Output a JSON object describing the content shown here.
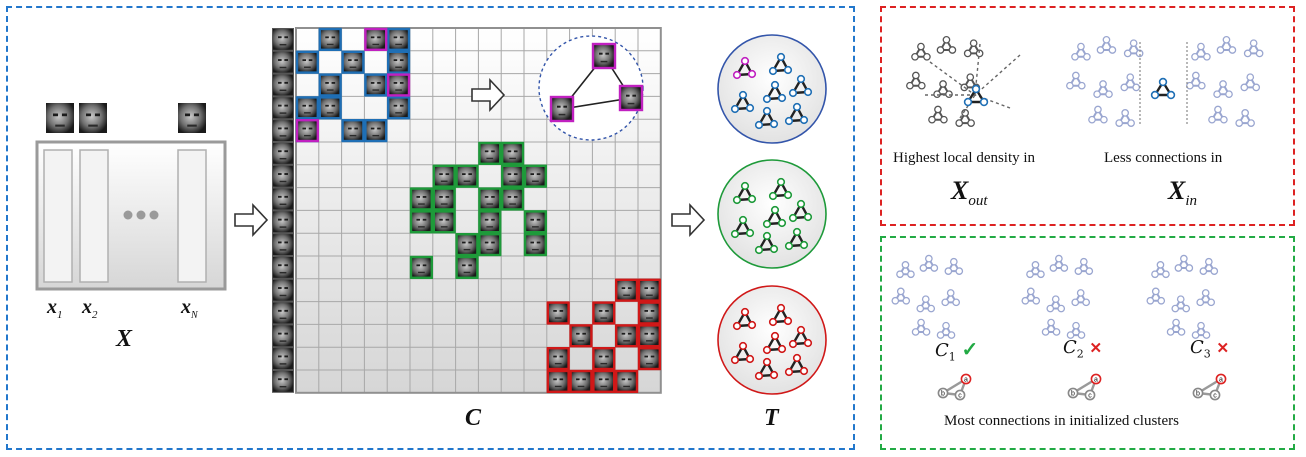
{
  "matrix_panel": {
    "x_vars": [
      "x",
      "x",
      "x"
    ],
    "x_subs": [
      "1",
      "2",
      "N"
    ],
    "x_matrix": "X",
    "c_label": "C",
    "t_label": "T",
    "cluster_colors": {
      "blue": "#1f6fb5",
      "magenta": "#c020c0",
      "green": "#1e9a3a",
      "red": "#d01818"
    }
  },
  "density_panel": {
    "left_caption": "Highest local density in",
    "left_var": "X",
    "left_sub": "out",
    "right_caption": "Less connections in",
    "right_var": "X",
    "right_sub": "in"
  },
  "connections_panel": {
    "candidates": [
      {
        "var": "C",
        "sub": "1",
        "mark": "✓"
      },
      {
        "var": "C",
        "sub": "2",
        "mark": "✕"
      },
      {
        "var": "C",
        "sub": "3",
        "mark": "✕"
      }
    ],
    "node_labels": [
      "a",
      "b",
      "c"
    ],
    "caption": "Most connections in initialized clusters"
  }
}
